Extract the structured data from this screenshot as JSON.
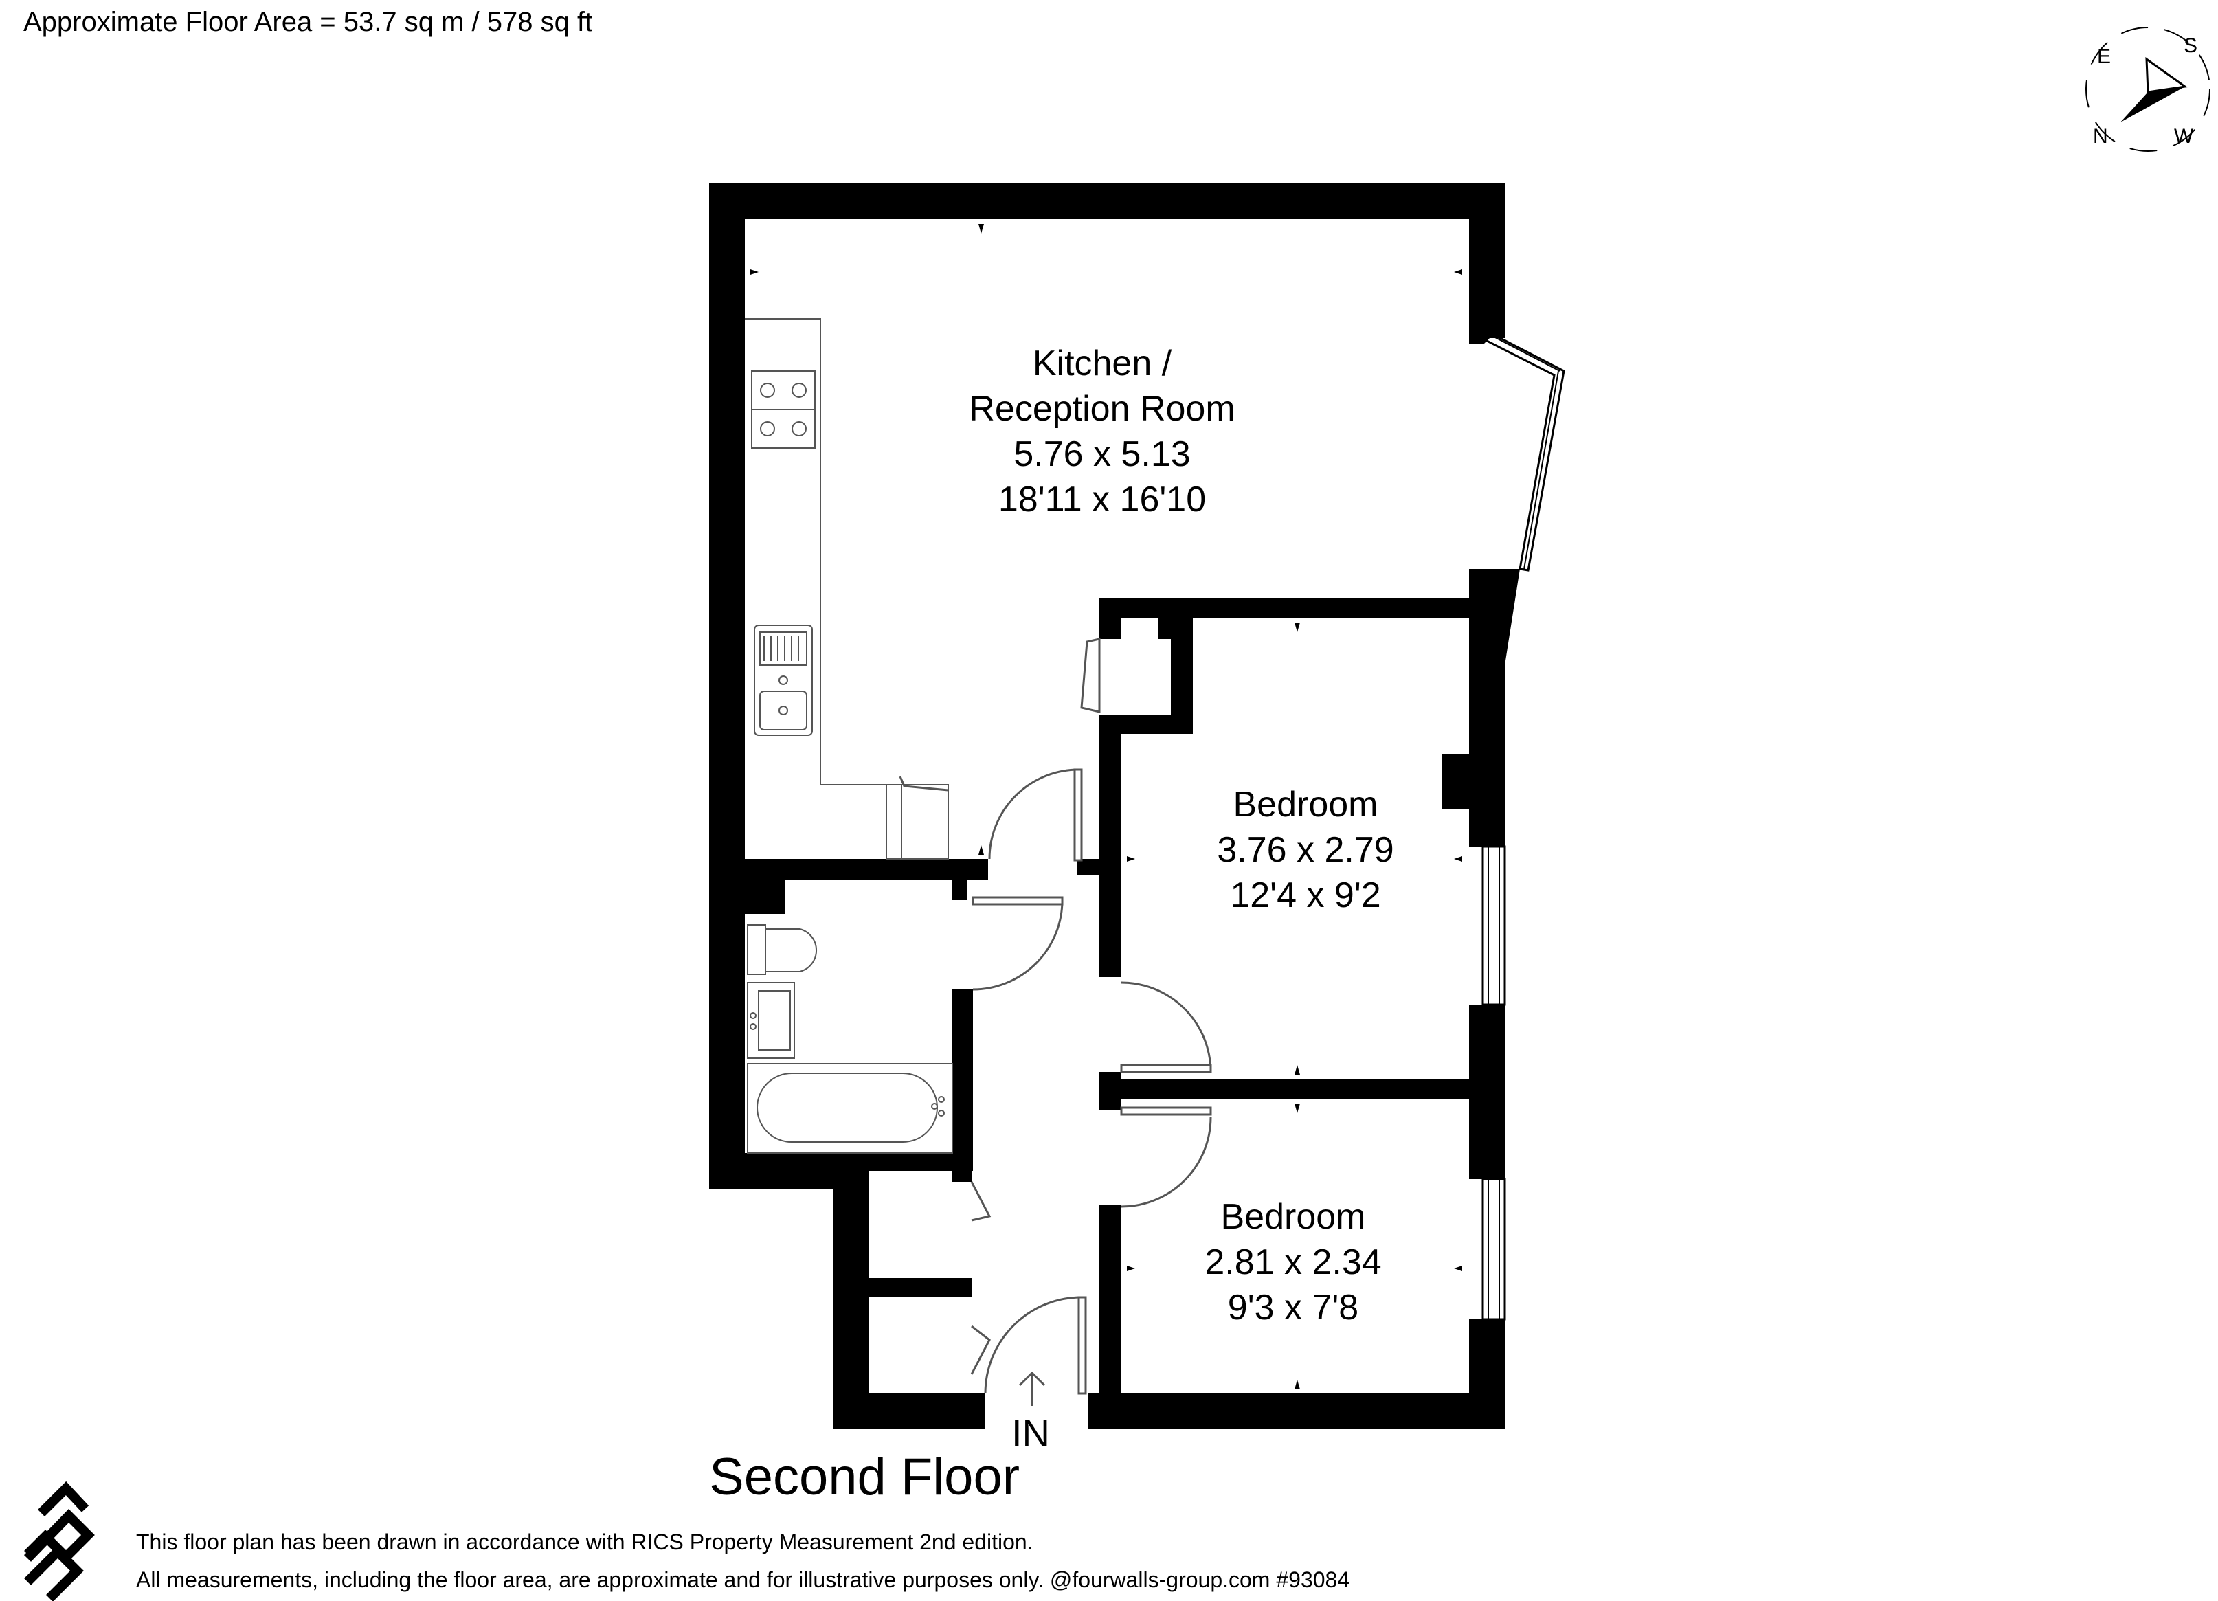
{
  "header": {
    "floor_area": "Approximate Floor Area = 53.7 sq m / 578 sq ft"
  },
  "rooms": {
    "kitchen": {
      "name_line1": "Kitchen /",
      "name_line2": "Reception Room",
      "metric": "5.76 x 5.13",
      "imperial": "18'11 x 16'10"
    },
    "bedroom1": {
      "name": "Bedroom",
      "metric": "3.76 x 2.79",
      "imperial": "12'4 x 9'2"
    },
    "bedroom2": {
      "name": "Bedroom",
      "metric": "2.81 x 2.34",
      "imperial": "9'3 x 7'8"
    }
  },
  "entry": {
    "label": "IN"
  },
  "floor": {
    "title": "Second Floor"
  },
  "compass": {
    "east": "E",
    "south": "S",
    "north": "N",
    "west": "W"
  },
  "footer": {
    "line1": "This floor plan has been drawn in accordance with RICS Property Measurement 2nd edition.",
    "line2": "All measurements, including the floor area, are approximate and for illustrative purposes only. @fourwalls-group.com #93084"
  },
  "colors": {
    "wall": "#000000",
    "background": "#ffffff",
    "fixture_line": "#555555"
  }
}
